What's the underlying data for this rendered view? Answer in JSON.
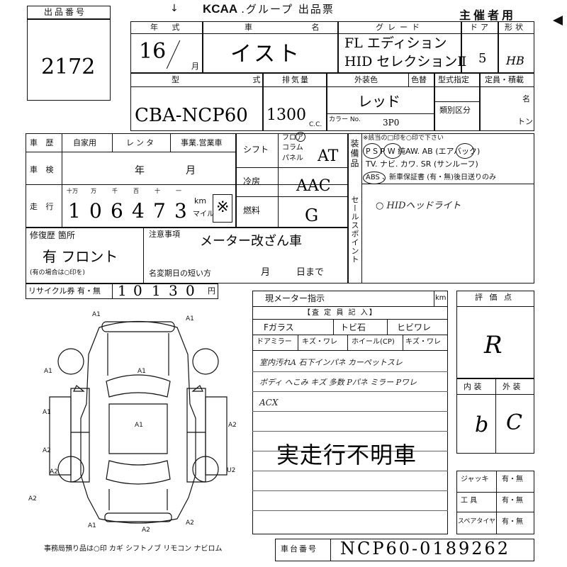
{
  "header": {
    "lot_label": "出品番号",
    "lot_number": "2172",
    "brand": "KCAA",
    "title_rest": ".グループ 出品票",
    "organizer": "主催者用"
  },
  "row1": {
    "year_label": "年 式",
    "year_value": "16",
    "month_unit": "月",
    "car_label": "車 名",
    "car_value": "イスト",
    "grade_label": "グレード",
    "grade_line1": "FL エディション",
    "grade_line2": "HID セレクションⅡ",
    "door_label": "ドア",
    "door_value": "5",
    "shape_label": "形状",
    "shape_value": "HB"
  },
  "row2": {
    "model_label": "型 式",
    "model_value": "CBA-NCP60",
    "displacement_label": "排気量",
    "displacement_value": "1300",
    "cc_unit": "C.C.",
    "color_label": "外装色",
    "color_value": "レッド",
    "color_no_label": "カラー No.",
    "color_no_value": "3P0",
    "recolor_label": "色替",
    "type_designation_label": "型式指定",
    "category_label": "類別区分",
    "capacity_label": "定員・積載",
    "capacity_unit1": "名",
    "capacity_unit2": "トン"
  },
  "history": {
    "label": "車 歴",
    "options": [
      "自家用",
      "レンタ",
      "事業.営業車"
    ],
    "inspection_label": "車 検",
    "inspection_year_unit": "年",
    "inspection_month_unit": "月",
    "mileage_label": "走 行",
    "digit_headers": [
      "十万",
      "万",
      "千",
      "百",
      "十",
      "一"
    ],
    "mileage_digits": [
      "1",
      "0",
      "6",
      "4",
      "7",
      "3"
    ],
    "km_unit": "km",
    "mile_unit": "マイル",
    "mileage_mark": "※"
  },
  "shift": {
    "label": "シフト",
    "options": [
      "フロア",
      "コラム",
      "パネル"
    ],
    "value": "AT",
    "aircon_label": "冷房",
    "aircon_value": "AAC",
    "fuel_label": "燃料",
    "fuel_value": "G"
  },
  "equipment": {
    "label": "装備品",
    "note": "※該当の□印を○印で下さい",
    "line1": "P S  P W  純AW. AB (エアバック)",
    "line2": "TV. ナビ. カワ. SR (サンルーフ)",
    "line3": "ABS 、新車保証書 (有・無)後日送りのみ"
  },
  "sales_point": {
    "label": "セールスポイント",
    "text": "○ HIDヘッドライト"
  },
  "repair": {
    "label": "修復歴 箇所",
    "value": "有 フロント",
    "note": "(有の場合は○印を)"
  },
  "notes": {
    "label": "注意事項",
    "text": "メーター改ざん車",
    "name_change_label": "名変期日の短い方",
    "month_unit": "月",
    "day_unit": "日まで"
  },
  "recycle": {
    "label": "リサイクル券 有・無",
    "digits": [
      "1",
      "0",
      "1",
      "3",
      "0"
    ],
    "unit": "円"
  },
  "inspector": {
    "meter_label": "現メーター指示",
    "km_unit": "km",
    "section_label": "【査 定 員 記 入】",
    "defects_row1": [
      "Fガラス",
      "トビ石",
      "ヒビワレ"
    ],
    "defects_row2": [
      "ドアミラー",
      "キズ・ワレ",
      "ホイール(CP)",
      "キズ・ワレ"
    ],
    "handwritten": [
      "室内汚れA 石下インパネ カーペットスレ",
      "ボディ へこみ キズ 多数 Pパネ ミラー Pワレ",
      "ACX"
    ],
    "stamp": "実走行不明車"
  },
  "scores": {
    "rating_label": "評 価 点",
    "rating_value": "R",
    "interior_label": "内 装",
    "exterior_label": "外 装",
    "interior_value": "b",
    "exterior_value": "C"
  },
  "tools": {
    "rows": [
      {
        "label": "ジャッキ",
        "value": "有・無"
      },
      {
        "label": "工 具",
        "value": "有・無"
      },
      {
        "label": "スペアタイヤ",
        "value": "有・無"
      }
    ]
  },
  "diagram": {
    "marks": [
      "A1",
      "A1",
      "A1",
      "A1",
      "A1",
      "A1",
      "A2",
      "A2",
      "A2",
      "A2",
      "U2",
      "A1",
      "A2",
      "A2"
    ]
  },
  "footer": {
    "office_note": "事務局預り品は○印 カギ シフトノブ リモコン ナビロム",
    "chassis_label": "車台番号",
    "chassis_value": "NCP60-0189262"
  },
  "colors": {
    "ink": "#111111",
    "paper": "#ffffff"
  }
}
